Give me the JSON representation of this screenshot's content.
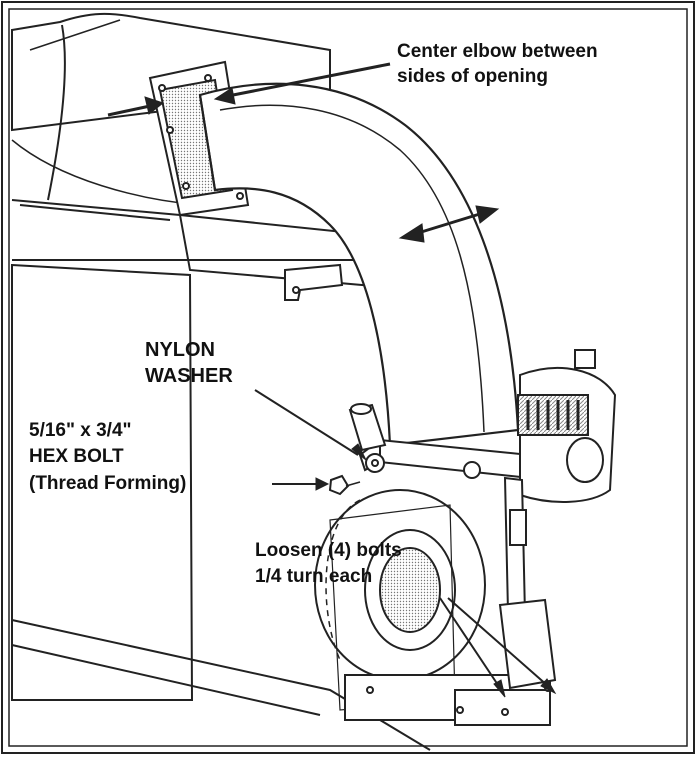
{
  "callouts": {
    "center_elbow_line1": "Center elbow between",
    "center_elbow_line2": "sides of opening",
    "nylon_line1": "NYLON",
    "nylon_line2": "WASHER",
    "bolt_line1": "5/16\" x 3/4\"",
    "bolt_line2": "HEX BOLT",
    "bolt_line3": "(Thread Forming)",
    "loosen_line1": "Loosen (4) bolts",
    "loosen_line2": "1/4 turn each"
  }
}
